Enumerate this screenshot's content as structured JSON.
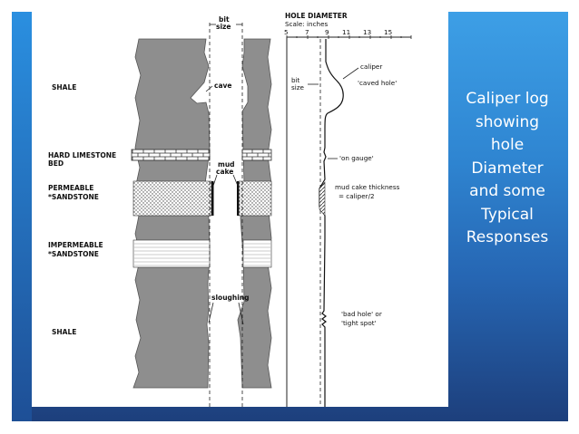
{
  "slide": {
    "caption": [
      "Caliper log",
      "showing",
      "hole",
      "Diameter",
      "and some",
      "Typical",
      "Responses"
    ]
  },
  "figure": {
    "formation_labels": {
      "shale_top": "SHALE",
      "hard_limestone_1": "HARD LIMESTONE",
      "hard_limestone_2": "BED",
      "permeable_1": "PERMEABLE",
      "permeable_2": "*SANDSTONE",
      "impermeable_1": "IMPERMEABLE",
      "impermeable_2": "*SANDSTONE",
      "shale_bottom": "SHALE"
    },
    "borehole_labels": {
      "bit_size_1": "bit",
      "bit_size_2": "size",
      "cave": "cave",
      "mud_cake_1": "mud",
      "mud_cake_2": "cake",
      "sloughing": "sloughing"
    },
    "log": {
      "title": "HOLE DIAMETER",
      "scale_label": "Scale: inches",
      "scale_ticks": [
        "5",
        "7",
        "9",
        "11",
        "13",
        "15"
      ],
      "bit_size_1": "bit",
      "bit_size_2": "size",
      "caliper": "caliper",
      "caved_hole": "'caved hole'",
      "on_gauge": "'on gauge'",
      "mud_cake_thickness_1": "mud cake thickness",
      "mud_cake_thickness_2": "= caliper/2",
      "bad_hole_1": "'bad hole' or",
      "bad_hole_2": "'tight spot'"
    }
  }
}
